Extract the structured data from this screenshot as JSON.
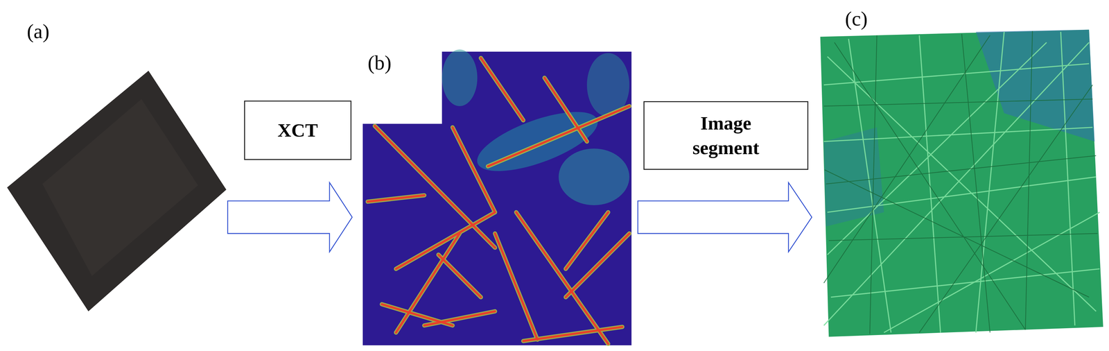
{
  "diagram": {
    "nodes": [
      {
        "text": [
          "XCT"
        ]
      },
      {
        "text": [
          "Image segment"
        ]
      }
    ],
    "labels": [
      "(a)",
      "(b)",
      "(c)"
    ]
  }
}
